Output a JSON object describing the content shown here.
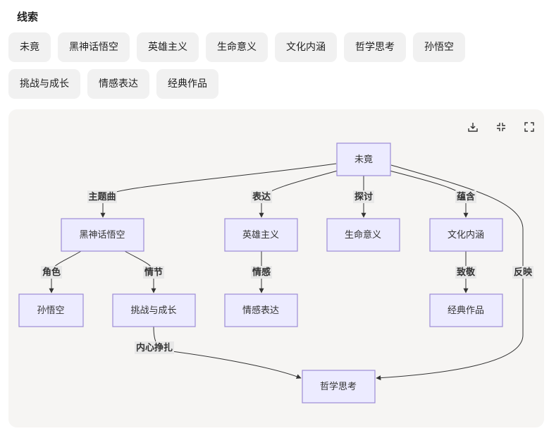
{
  "section": {
    "title": "线索"
  },
  "chips_row1": [
    "未竟",
    "黑神话悟空",
    "英雄主义",
    "生命意义",
    "文化内涵",
    "哲学思考",
    "孙悟空"
  ],
  "chips_row2": [
    "挑战与成长",
    "情感表达",
    "经典作品"
  ],
  "toolbar": {
    "download_icon": "download-icon",
    "collapse_icon": "collapse-icon",
    "expand_icon": "expand-icon"
  },
  "nodes": {
    "weijing": "未竟",
    "heishenhua": "黑神话悟空",
    "yingxiong": "英雄主义",
    "shengming": "生命意义",
    "wenhua": "文化内涵",
    "sunwukong": "孙悟空",
    "tiaozhan": "挑战与成长",
    "qinggan": "情感表达",
    "jingdian": "经典作品",
    "zhexue": "哲学思考"
  },
  "edges": {
    "zhutiqu": "主题曲",
    "biaoda": "表达",
    "tantao": "探讨",
    "yunhan": "蕴含",
    "fanying": "反映",
    "juese": "角色",
    "qingjie": "情节",
    "qinggan": "情感",
    "zhijing": "致敬",
    "neixin": "内心挣扎"
  },
  "colors": {
    "node_fill": "#ecebff",
    "node_stroke": "#9c8bd6",
    "panel_bg": "#f6f5f3",
    "chip_bg": "#f1f1f1"
  }
}
